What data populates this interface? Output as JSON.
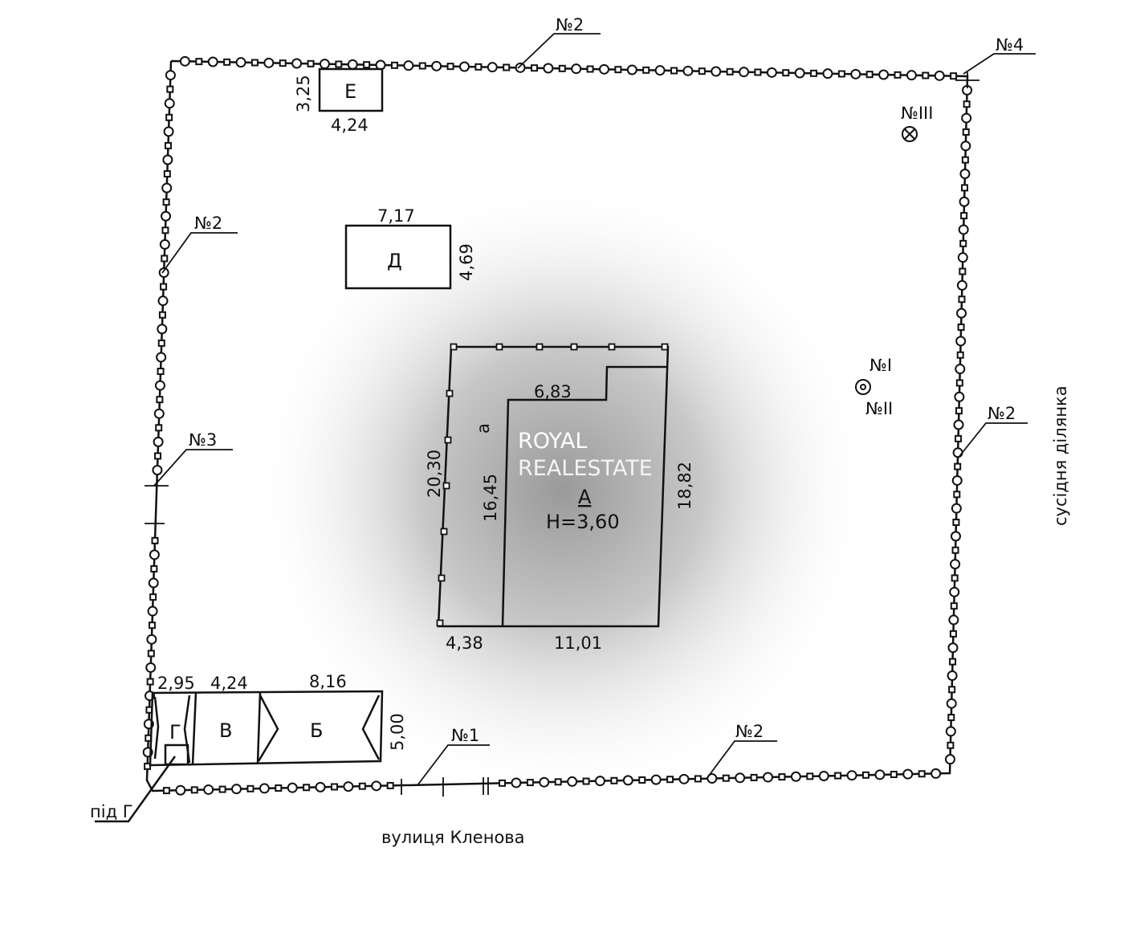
{
  "street": "вулиця Кленова",
  "neighbor": "сусідня ділянка",
  "watermark": {
    "line1": "ROYAL",
    "line2": "REALESTATE"
  },
  "fence_labels": {
    "top": "№2",
    "top_right": "№4",
    "left_upper": "№2",
    "left_lower": "№3",
    "right": "№2",
    "bottom_left": "№1",
    "bottom_right": "№2"
  },
  "points": {
    "p3": "№III",
    "p1": "№I",
    "p2": "№II"
  },
  "buildings": {
    "E": {
      "name": "Е",
      "w": "4,24",
      "h": "3,25"
    },
    "D": {
      "name": "Д",
      "w": "7,17",
      "h": "4,69"
    },
    "A": {
      "name": "А",
      "height": "H=3,60",
      "left": "20,30",
      "inner": "16,45",
      "right": "18,82",
      "top": "6,83",
      "bottom_left": "4,38",
      "bottom_right": "11,01",
      "annex": "а"
    },
    "G": {
      "name": "Г",
      "w": "2,95",
      "under": "під Г"
    },
    "V": {
      "name": "В",
      "w": "4,24"
    },
    "B": {
      "name": "Б",
      "w": "8,16",
      "h": "5,00"
    }
  }
}
